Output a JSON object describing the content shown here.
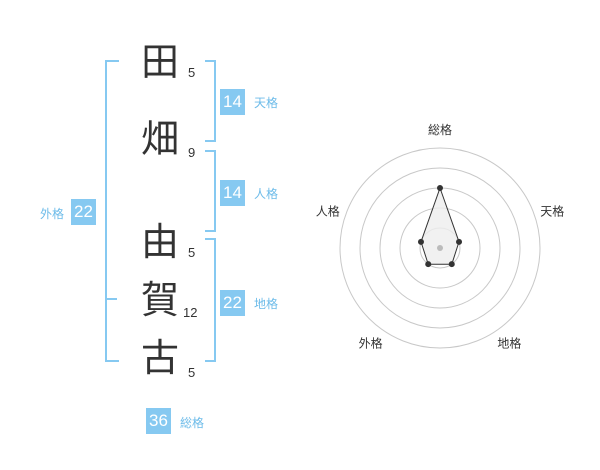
{
  "name": {
    "chars": [
      {
        "char": "田",
        "strokes": "5"
      },
      {
        "char": "畑",
        "strokes": "9"
      },
      {
        "char": "由",
        "strokes": "5"
      },
      {
        "char": "賀",
        "strokes": "12"
      },
      {
        "char": "古",
        "strokes": "5"
      }
    ]
  },
  "kaku": {
    "tenkaku": {
      "value": "14",
      "label": "天格"
    },
    "jinkaku": {
      "value": "14",
      "label": "人格"
    },
    "chikaku": {
      "value": "22",
      "label": "地格"
    },
    "gaikaku": {
      "value": "22",
      "label": "外格"
    },
    "soukaku": {
      "value": "36",
      "label": "総格"
    }
  },
  "radar": {
    "axes": [
      "総格",
      "天格",
      "地格",
      "外格",
      "人格"
    ],
    "values": [
      3,
      1,
      1,
      1,
      1
    ],
    "max": 5,
    "colors": {
      "grid": "#c8c8c8",
      "line": "#333333",
      "fill": "#eeeeee",
      "point": "#333333",
      "center": "#bbbbbb"
    }
  }
}
